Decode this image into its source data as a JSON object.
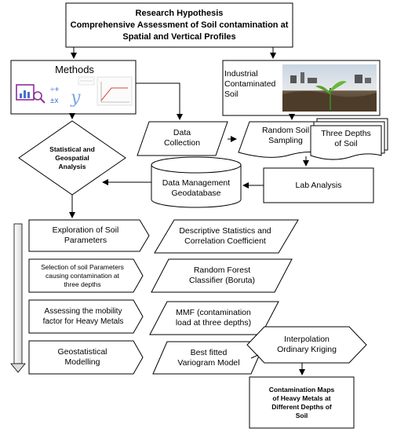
{
  "hypothesis": {
    "title": "Research Hypothesis",
    "line1": "Comprehensive Assessment of Soil contamination at",
    "line2": "Spatial and Vertical Profiles"
  },
  "methods": {
    "label": "Methods"
  },
  "industrial": {
    "line1": "Industrial",
    "line2": "Contaminated",
    "line3": "Soil"
  },
  "analysis": {
    "line1": "Statistical and",
    "line2": "Geospatial",
    "line3": "Analysis"
  },
  "data_collection": {
    "line1": "Data",
    "line2": "Collection"
  },
  "sampling": {
    "line1": "Random Soil",
    "line2": "Sampling"
  },
  "depths": {
    "line1": "Three Depths",
    "line2": "of Soil"
  },
  "database": {
    "line1": "Data Management",
    "line2": "Geodatabase"
  },
  "lab": {
    "label": "Lab Analysis"
  },
  "exploration": {
    "line1": "Exploration of Soil",
    "line2": "Parameters"
  },
  "descriptive": {
    "line1": "Descriptive Statistics and",
    "line2": "Correlation Coefficient"
  },
  "selection": {
    "line1": "Selection of soil Parameters",
    "line2": "causing contamination at",
    "line3": "three depths"
  },
  "random_forest": {
    "line1": "Random Forest",
    "line2": "Classifier (Boruta)"
  },
  "mobility": {
    "line1": "Assessing the mobility",
    "line2": "factor for Heavy Metals"
  },
  "mmf": {
    "line1": "MMF (contamination",
    "line2": "load at three depths)"
  },
  "geostat": {
    "line1": "Geostatistical",
    "line2": "Modelling"
  },
  "variogram": {
    "line1": "Best fitted",
    "line2": "Variogram Model"
  },
  "interpolation": {
    "line1": "Interpolation",
    "line2": "Ordinary Kriging"
  },
  "maps": {
    "line1": "Contamination Maps",
    "line2": "of Heavy Metals at",
    "line3": "Different Depths of",
    "line4": "Soil"
  },
  "icons": [
    "bar-chart-magnifier-icon",
    "math-symbols-icon",
    "line-chart-icon"
  ],
  "colors": {
    "line": "#000000",
    "fill": "#ffffff",
    "shadow": "#9a9a9a",
    "accent_blue": "#4a6fd0",
    "accent_purple": "#8a2f9a"
  }
}
